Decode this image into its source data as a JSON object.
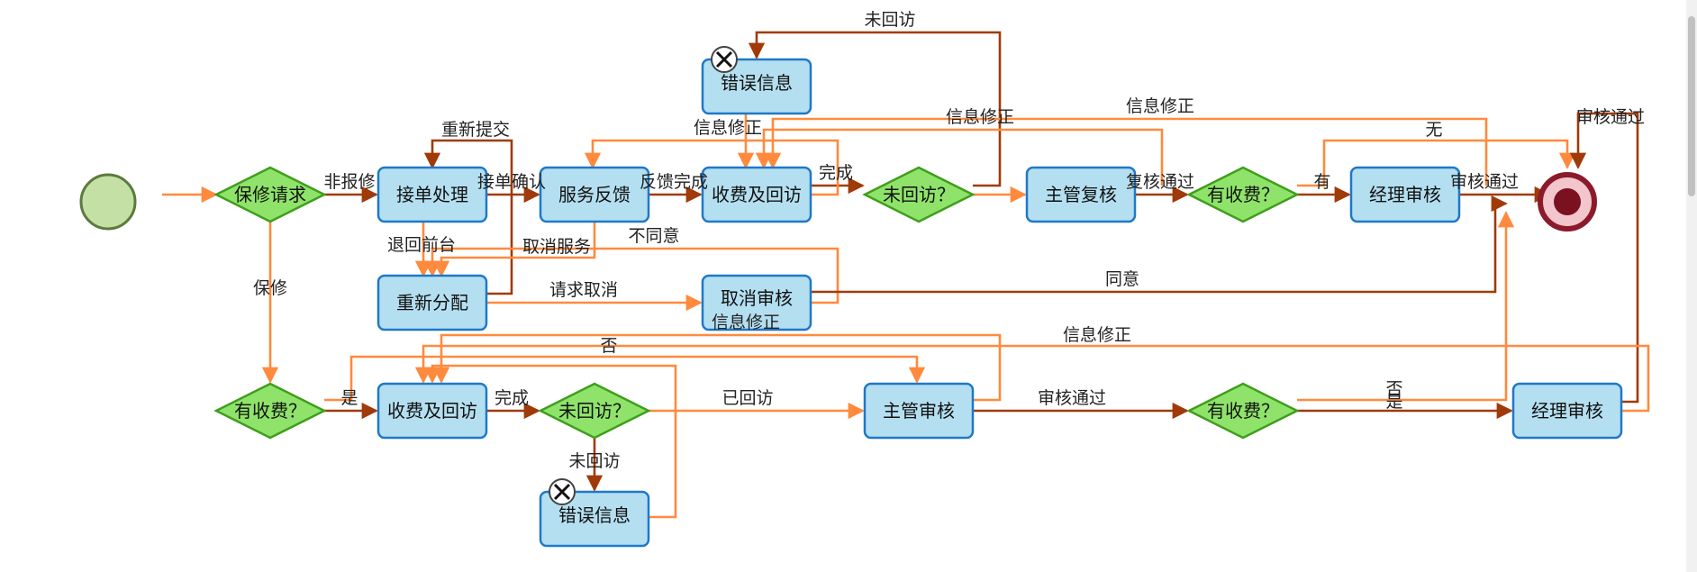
{
  "colors": {
    "task_fill": "#b4dff0",
    "task_stroke": "#1f78c8",
    "gateway_fill": "#8fe36a",
    "gateway_stroke": "#3f9e1c",
    "start_fill": "#c5e0a5",
    "start_stroke": "#5b7a3e",
    "end_outer": "#8b1a2a",
    "end_inner": "#7a1020",
    "flow_dark": "#a03a08",
    "flow_light": "#ff8a3d",
    "error_badge": "#ffffff"
  },
  "nodes": {
    "start": "",
    "end": "",
    "gw_repair_request": "保修请求",
    "task_accept_order": "接单处理",
    "task_service_feedback": "服务反馈",
    "task_charge_visit_top": "收费及回访",
    "gw_not_visited_top": "未回访？",
    "task_supervisor_review_top": "主管复核",
    "gw_has_fee_top": "有收费？",
    "task_manager_review_top": "经理审核",
    "task_error_info_top": "错误信息",
    "task_reassign": "重新分配",
    "task_cancel_review": "取消审核",
    "gw_has_fee_bottom": "有收费？",
    "task_charge_visit_bottom": "收费及回访",
    "gw_not_visited_bottom": "未回访？",
    "task_error_info_bottom": "错误信息",
    "task_supervisor_review_bottom": "主管审核",
    "gw_has_fee_bottom2": "有收费？",
    "task_manager_review_bottom": "经理审核"
  },
  "edges": {
    "non_warranty": "非报修",
    "order_confirm": "接单确认",
    "feedback_done": "反馈完成",
    "done_top": "完成",
    "not_visited_top": "未回访",
    "info_fix_1": "信息修正",
    "info_fix_2": "信息修正",
    "info_fix_3": "信息修正",
    "recheck_pass": "复核通过",
    "has_top": "有",
    "none_top": "无",
    "review_pass_top": "审核通过",
    "review_pass_right": "审核通过",
    "resubmit": "重新提交",
    "back_to_front": "退回前台",
    "cancel_service": "取消服务",
    "disagree": "不同意",
    "request_cancel": "请求取消",
    "agree": "同意",
    "info_fix_cancel": "信息修正",
    "warranty": "保修",
    "yes_bottom": "是",
    "no_bottom": "否",
    "done_bottom": "完成",
    "not_visited_bottom": "未回访",
    "visited_bottom": "已回访",
    "info_fix_bottom": "信息修正",
    "review_pass_bottom": "审核通过",
    "no_bottom2": "否",
    "yes_bottom2": "是"
  }
}
